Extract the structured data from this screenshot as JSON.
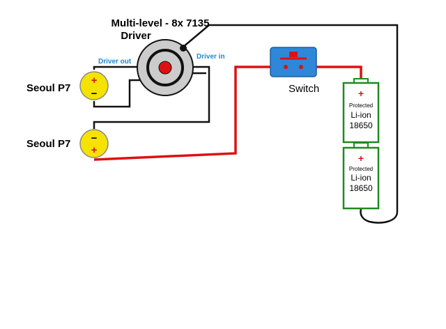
{
  "driver": {
    "title_line1": "Multi-level  - 8x 7135",
    "title_line2": "Driver",
    "out_label": "Driver out",
    "in_label": "Driver in"
  },
  "leds": [
    {
      "label": "Seoul P7",
      "plus": "+",
      "minus": "−"
    },
    {
      "label": "Seoul P7",
      "plus": "+",
      "minus": "−"
    }
  ],
  "switch": {
    "label": "Switch"
  },
  "batteries": [
    {
      "plus": "+",
      "line1": "Protected",
      "line2": "Li-ion",
      "line3": "18650"
    },
    {
      "plus": "+",
      "line1": "Protected",
      "line2": "Li-ion",
      "line3": "18650"
    }
  ],
  "colors": {
    "wire_black": "#111111",
    "wire_red": "#dd1111",
    "led_yellow": "#f6e200",
    "battery_green": "#1e8a1e",
    "switch_blue": "#2f87d8",
    "label_blue": "#1a8ad4"
  }
}
